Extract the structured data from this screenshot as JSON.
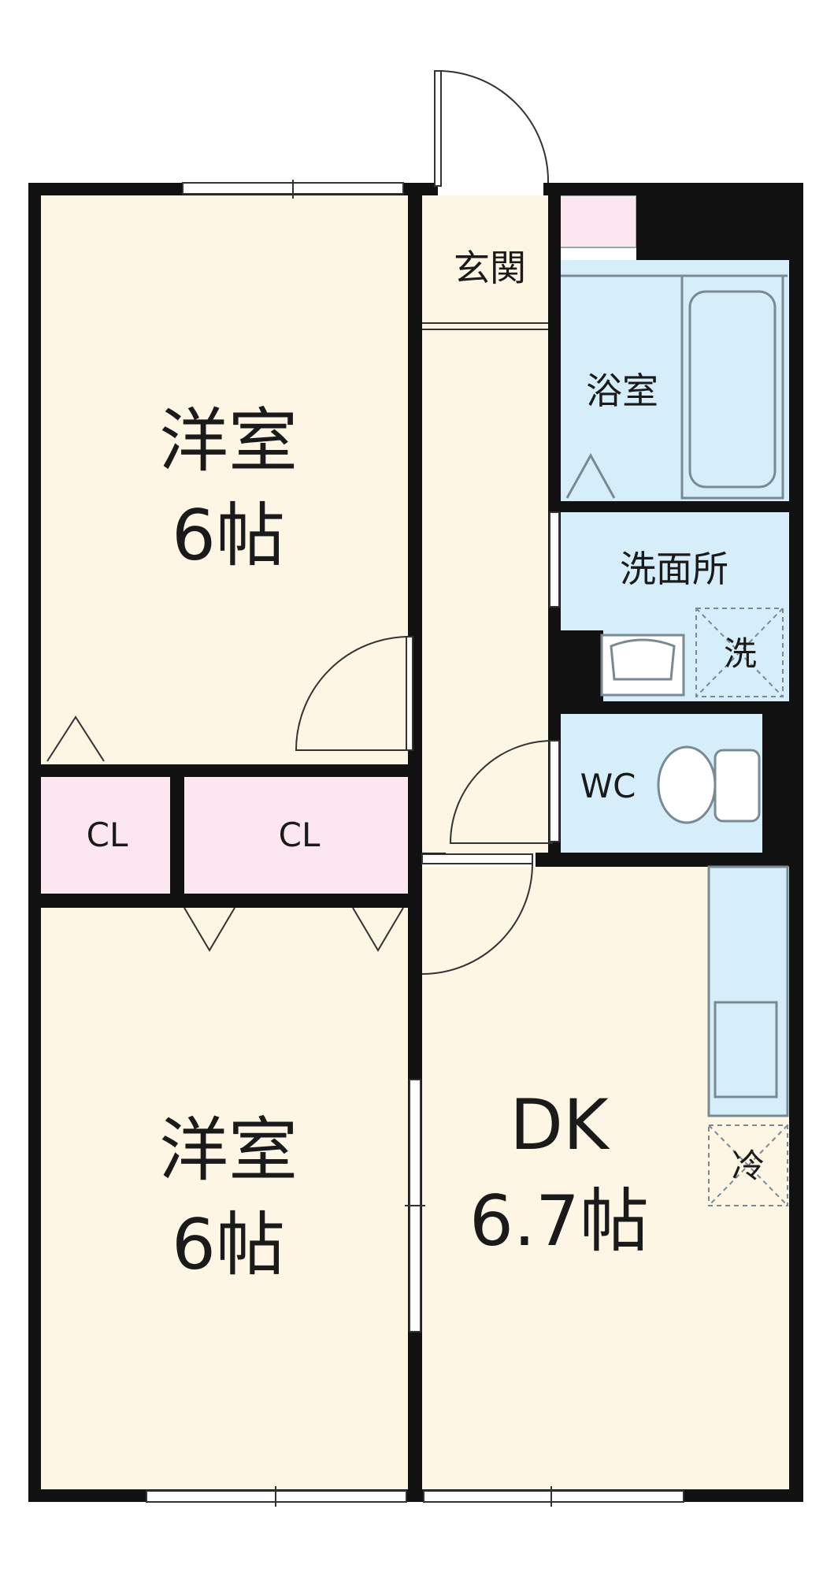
{
  "rooms": {
    "western_upper": {
      "name": "洋室",
      "size": "6帖"
    },
    "western_lower": {
      "name": "洋室",
      "size": "6帖"
    },
    "dk": {
      "name": "DK",
      "size": "6.7帖"
    },
    "entrance": {
      "name": "玄関"
    },
    "bath": {
      "name": "浴室"
    },
    "washroom": {
      "name": "洗面所"
    },
    "wc": {
      "name": "WC"
    },
    "closet_left": {
      "name": "CL"
    },
    "closet_right": {
      "name": "CL"
    }
  },
  "symbols": {
    "washer": "洗",
    "fridge": "冷"
  },
  "colors": {
    "wall": "#111111",
    "room_floor": "#fdf6e4",
    "wet_area": "#d6eefa",
    "closet": "#fce6f0",
    "fixture_line": "#7a8a95"
  }
}
